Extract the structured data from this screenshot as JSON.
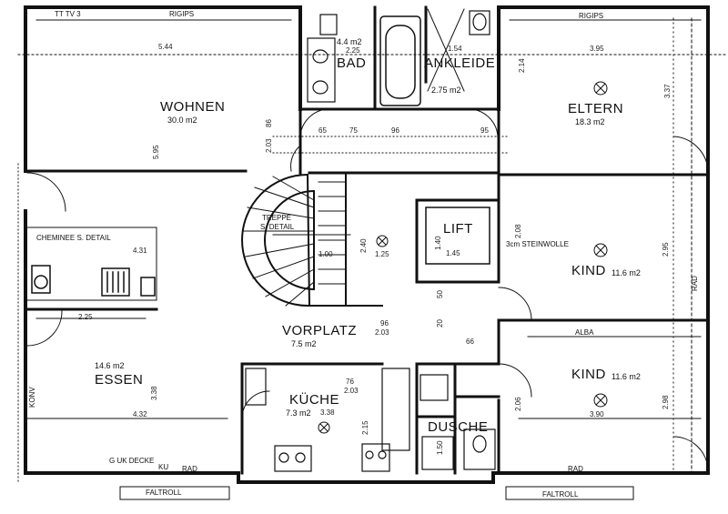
{
  "rooms": {
    "wohnen": {
      "name": "WOHNEN",
      "area": "30.0 m2"
    },
    "bad": {
      "name": "BAD",
      "area": "4.4 m2"
    },
    "ankleide": {
      "name": "ANKLEIDE",
      "area": "2.75 m2"
    },
    "eltern": {
      "name": "ELTERN",
      "area": "18.3 m2"
    },
    "lift": {
      "name": "LIFT"
    },
    "kind1": {
      "name": "KIND",
      "area": "11.6 m2"
    },
    "kind2": {
      "name": "KIND",
      "area": "11.6 m2"
    },
    "vorplatz": {
      "name": "VORPLATZ",
      "area": "7.5 m2"
    },
    "essen": {
      "name": "ESSEN",
      "area": "14.6 m2"
    },
    "kueche": {
      "name": "KÜCHE",
      "area": "7.3 m2"
    },
    "dusche": {
      "name": "DUSCHE"
    }
  },
  "notes": {
    "rigips_left": "RIGIPS",
    "rigips_right": "RIGIPS",
    "ttv": "TT TV 3",
    "cheminee": "CHEMINEE S. DETAIL",
    "treppe": "TREPPE",
    "treppe_detail": "S. DETAIL",
    "steinwolle": "3cm STEINWOLLE",
    "alba": "ALBA",
    "rad1": "RAD",
    "rad2": "RAD",
    "rad3": "RAD",
    "ku": "KU",
    "konv": "KONV",
    "decke": "G UK DECKE",
    "faltrolo1": "FALTROLL",
    "faltrolo2": "FALTROLL"
  },
  "dims": {
    "d544": "5.44",
    "d395": "3.95",
    "d595": "5.95",
    "d337": "3.37",
    "d431": "4.31",
    "d225b": "2.25",
    "d338": "3.38",
    "d432": "4.32",
    "d225a": "2.25",
    "d154": "1.54",
    "d214": "2.14",
    "d203a": "2.03",
    "d86": "86",
    "d65": "65",
    "d75": "75",
    "d96a": "96",
    "d95": "95",
    "d240": "2.40",
    "d100": "1.00",
    "d140": "1.40",
    "d145": "1.45",
    "d208": "2.08",
    "d295": "2.95",
    "d203b": "2.03",
    "d96b": "96",
    "d76": "76",
    "d203c": "2.03",
    "d206": "2.06",
    "d390": "3.90",
    "d298": "2.98",
    "d338b": "3.38",
    "d215": "2.15",
    "d150": "1.50",
    "d125": "1.25",
    "d50": "50",
    "d20": "20",
    "d66": "66"
  }
}
